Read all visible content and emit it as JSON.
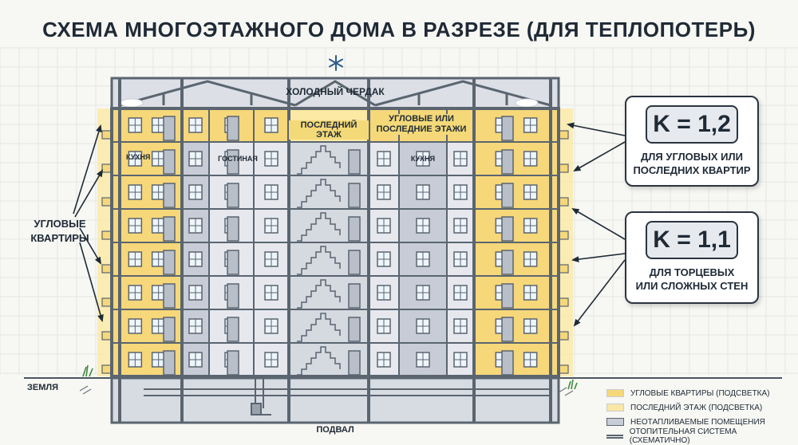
{
  "title": "СХЕМА МНОГОЭТАЖНОГО ДОМА В РАЗРЕЗЕ (ДЛЯ ТЕПЛОПОТЕРЬ)",
  "labels": {
    "attic": "ХОЛОДНЫЙ ЧЕРДАК",
    "top_floor": "ПОСЛЕДНИЙ ЭТАЖ",
    "corner_or_top_1": "УГЛОВЫЕ ИЛИ",
    "corner_or_top_2": "ПОСЛЕДНИЕ ЭТАЖИ",
    "kitchen_left": "КУХНЯ",
    "living_room": "ГОСТИНАЯ",
    "kitchen_right": "КУХНЯ",
    "corner_apts_1": "УГЛОВЫЕ",
    "corner_apts_2": "КВАРТИРЫ",
    "ground": "ЗЕМЛЯ",
    "basement": "ПОДВАЛ"
  },
  "coefficients": [
    {
      "value": "K = 1,2",
      "desc_1": "ДЛЯ УГЛОВЫХ ИЛИ",
      "desc_2": "ПОСЛЕДНИХ КВАРТИР"
    },
    {
      "value": "K = 1,1",
      "desc_1": "ДЛЯ ТОРЦЕВЫХ",
      "desc_2": "ИЛИ СЛОЖНЫХ СТЕН"
    }
  ],
  "legend": [
    {
      "label": "УГЛОВЫЕ КВАРТИРЫ (ПОДСВЕТКА)",
      "color": "#f6d77a"
    },
    {
      "label": "ПОСЛЕДНИЙ ЭТАЖ (ПОДСВЕТКА)",
      "color": "#f9e7a8"
    },
    {
      "label": "НЕОТАПЛИВАЕМЫЕ ПОМЕЩЕНИЯ",
      "color": "#c8ccd6"
    },
    {
      "label": "ОТОПИТЕЛЬНАЯ СИСТЕМА (СХЕМАТИЧНО)",
      "color": "#5a6570"
    }
  ],
  "colors": {
    "frame": "#5a6570",
    "warm": "#f6d77a",
    "warm_glow": "#fbe9a4",
    "cold_room": "#c8ccd6",
    "room": "#e6e8ee",
    "stair": "#d5d9e0",
    "ink": "#1f2a36"
  },
  "icons": {
    "snow": "snowflake-icon"
  }
}
